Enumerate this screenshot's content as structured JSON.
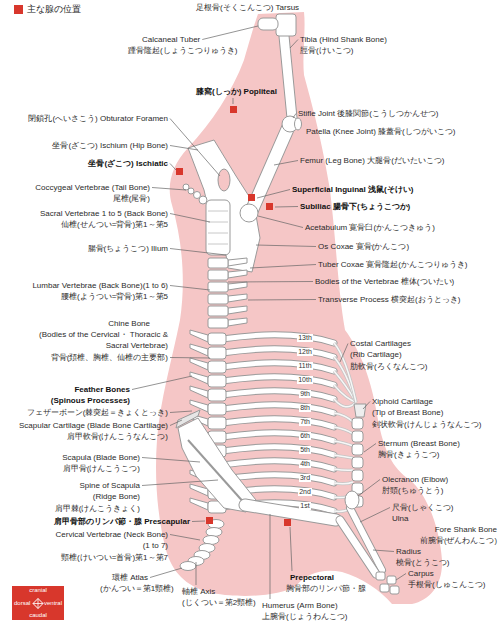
{
  "diagram": {
    "nodes": [
      {
        "text": [
          "cranial",
          "dorsal",
          "ventral",
          "caudal"
        ]
      }
    ],
    "labels": [
      "足根骨(そくこんこつ) Tarsus",
      "Calcaneal Tuber",
      "踵骨隆起(しょうこつりゅうき)",
      "Tibia (Hind Shank Bone)",
      "脛骨(けいこつ)",
      "膝窩(しっか) Popliteal",
      "閉鎖孔(へいさこう) Obturator Foramen",
      "Stifle Joint 後膝関節(こうしつかんせつ)",
      "坐骨(ざこつ) Ischium (Hip Bone)",
      "Patella (Knee Joint) 膝蓋骨(しつがいこつ)",
      "坐骨(ざこつ) Ischiatic",
      "Femur (Leg Bone) 大腿骨(だいたいこつ)",
      "Coccygeal Vertebrae (Tail Bone)",
      "尾椎(尾骨)",
      "Superficial Inguinal 浅鼠(そけい)",
      "Subiliac 腸骨下(ちょうこつか)",
      "Sacral Vertebrae 1 to 5 (Back Bone)",
      "仙椎(せんつい=背骨)第1～第5",
      "Acetabulum 寛骨臼(かんこつきゅう)",
      "腸骨(ちょうこつ) Ilium",
      "Os Coxae 寛骨(かんこつ)",
      "Tuber Coxae 寛骨隆起(かんこつりゅうき)",
      "Lumbar Vertebrae (Back Bone)(1 to 6)",
      "腰椎(ようつい=背骨)第1～第5",
      "Bodies of the Vertebrae 椎体(ついたい)",
      "Transverse Process 横突起(おうとっき)",
      "Chine Bone",
      "(Bodies of the Cervical・ Thoracic & Sacral Vertebrae)",
      "背骨(頚椎、胸椎、仙椎の主要部)",
      "Costal Cartilages (Rib Cartilage)",
      "肋軟骨(ろくなんこつ)",
      "Feather Bones (Spinous Processes)",
      "フェザーボーン(棘突起＝きょくとっき)",
      "Xiphoid Cartilage (Tip of Breast Bone)",
      "剣状軟骨(けんじょうなんこつ)",
      "Scapular Cartilage (Blade Bone Cartilage)",
      "肩甲軟骨(けんこうなんこつ)",
      "Sternum (Breast Bone)",
      "胸骨(きょうこつ)",
      "Scapula (Blade Bone)",
      "肩甲骨(けんこうこつ)",
      "Spine of Scapula (Ridge Bone)",
      "肩甲棘(けんこうきょく)",
      "Olecranon (Elbow)",
      "肘頭(ちゅうとう)",
      "肩甲骨部のリンパ節・腺 Prescapular",
      "尺骨(しゃくこつ)",
      "Ulna",
      "Fore Shank Bone",
      "前腕骨(ぜんわんこつ)",
      "Cervical Vertebrae (Neck Bone) (1 to 7)",
      "頸椎(けいつい=首骨)第1～第7",
      "Radius",
      "橈骨(とうこつ)",
      "Carpus",
      "手根骨(しゅこんこつ)",
      "環椎 Atlas",
      "(かんつい＝第1頸椎)",
      "軸椎 Axis",
      "(じくつい＝第2頸椎)",
      "Prepectoral",
      "胸骨部のリンパ節・腺",
      "Humerus (Arm Bone)",
      "上腕骨(じょうわんこつ)",
      "13th",
      "12th",
      "11th",
      "10th",
      "9th",
      "8th",
      "7th",
      "6th",
      "5th",
      "4th",
      "3rd",
      "2nd",
      "1st"
    ],
    "legend": [
      {
        "text": "主な腺の位置",
        "color": "#d8372c"
      }
    ]
  }
}
